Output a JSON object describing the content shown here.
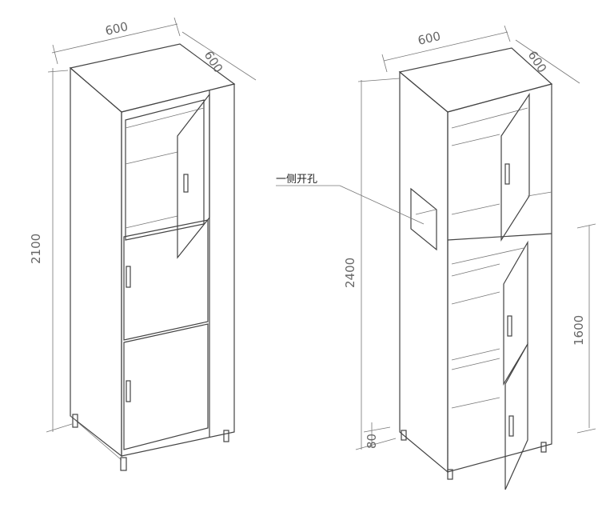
{
  "left_cabinet": {
    "width_label": "600",
    "depth_label": "600",
    "height_label": "2100"
  },
  "right_cabinet": {
    "width_label": "600",
    "depth_label": "600",
    "height_label": "2400",
    "lower_height_label": "1600",
    "leg_height_label": "80",
    "side_hole_label": "一侧开孔"
  }
}
